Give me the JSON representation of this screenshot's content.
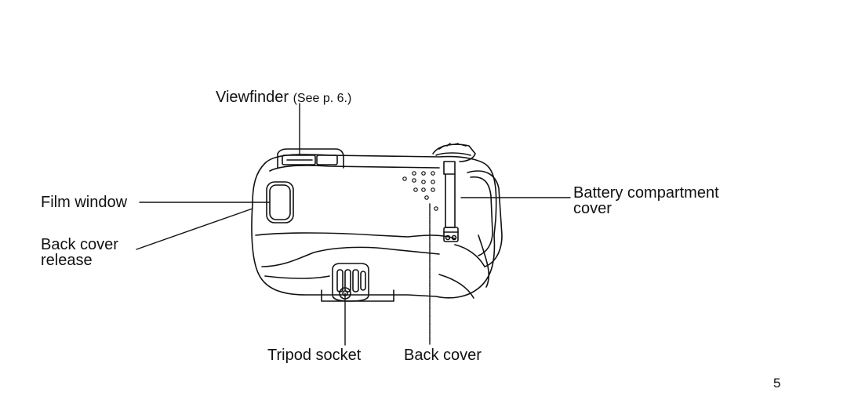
{
  "labels": {
    "viewfinder": "Viewfinder",
    "viewfinder_note": "(See p. 6.)",
    "film_window": "Film window",
    "back_cover_release_line1": "Back cover",
    "back_cover_release_line2": "release",
    "battery_cover_line1": "Battery compartment",
    "battery_cover_line2": "cover",
    "tripod_socket": "Tripod socket",
    "back_cover": "Back cover"
  },
  "page_number": "5"
}
